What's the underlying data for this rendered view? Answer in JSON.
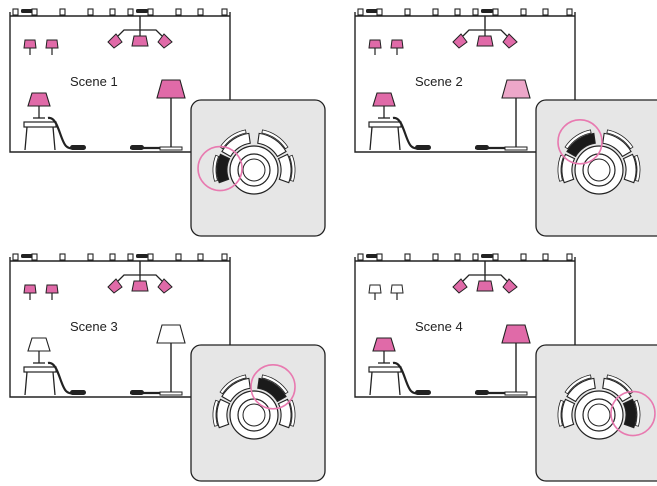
{
  "colors": {
    "lamp_on": "#e06aa8",
    "lamp_dim": "#eda7c9",
    "lamp_off": "#ffffff",
    "outline": "#222222",
    "panel_bg": "#e6e6e6",
    "highlight": "#e87ab0",
    "active_segment": "#1a1a1a"
  },
  "scenes": [
    {
      "label": "Scene 1",
      "wall_lamps": "on",
      "ceiling": "on",
      "table_lamp": "on",
      "floor_lamp": "on",
      "active_button": "left"
    },
    {
      "label": "Scene 2",
      "wall_lamps": "on",
      "ceiling": "on",
      "table_lamp": "on",
      "floor_lamp": "dim",
      "active_button": "top-left"
    },
    {
      "label": "Scene 3",
      "wall_lamps": "on",
      "ceiling": "on",
      "table_lamp": "off",
      "floor_lamp": "off",
      "active_button": "top-right"
    },
    {
      "label": "Scene 4",
      "wall_lamps": "off",
      "ceiling": "on",
      "table_lamp": "on",
      "floor_lamp": "on",
      "active_button": "right"
    }
  ],
  "icons": {
    "wall_lamp": "wall-lamp-icon",
    "ceiling_lamp": "chandelier-icon",
    "table_lamp": "table-lamp-icon",
    "floor_lamp": "floor-lamp-icon",
    "control": "scene-keypad-icon"
  }
}
